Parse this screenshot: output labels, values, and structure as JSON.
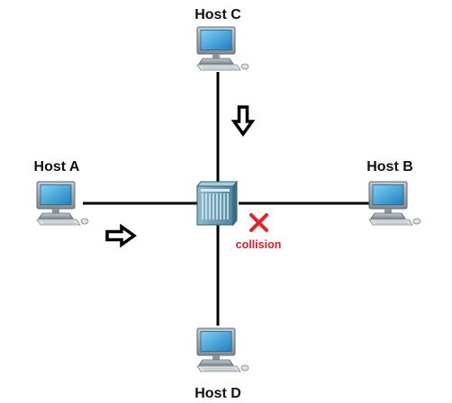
{
  "hosts": {
    "a": {
      "label": "Host A"
    },
    "b": {
      "label": "Host B"
    },
    "c": {
      "label": "Host C"
    },
    "d": {
      "label": "Host D"
    }
  },
  "collision": {
    "label": "collision"
  },
  "colors": {
    "cable": "#000000",
    "hub_front": "#6fa0b8",
    "hub_side": "#3f6f86",
    "hub_top": "#9cc2d4",
    "monitor_frame": "#9aa4ab",
    "monitor_screen": "#3aa0d6",
    "keyboard": "#c9ced2",
    "collision_mark": "#e8202a",
    "collision_text": "#d81e27"
  },
  "icons": {
    "hosts": "desktop-computer-icon",
    "hub": "hub-icon",
    "frame_arrows": "outlined-arrow-icon",
    "collision_mark": "x-mark-icon"
  }
}
